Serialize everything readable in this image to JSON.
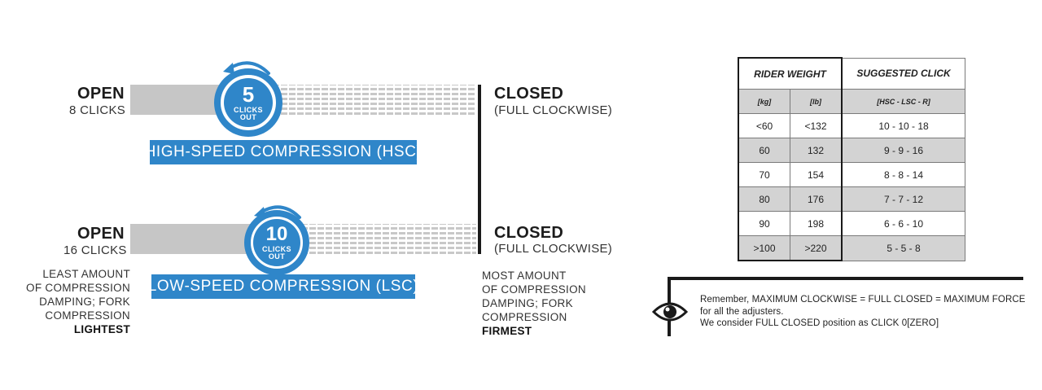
{
  "hsc": {
    "open_title": "OPEN",
    "open_clicks": "8 CLICKS",
    "knob_number": "5",
    "knob_caption_1": "CLICKS",
    "knob_caption_2": "OUT",
    "label": "HIGH-SPEED COMPRESSION (HSC)",
    "closed_title": "CLOSED",
    "closed_sub": "(FULL CLOCKWISE)",
    "level_clicks_out": 5,
    "max_clicks": 8
  },
  "lsc": {
    "open_title": "OPEN",
    "open_clicks": "16 CLICKS",
    "knob_number": "10",
    "knob_caption_1": "CLICKS",
    "knob_caption_2": "OUT",
    "label": "LOW-SPEED COMPRESSION (LSC)",
    "closed_title": "CLOSED",
    "closed_sub": "(FULL CLOCKWISE)",
    "level_clicks_out": 10,
    "max_clicks": 16
  },
  "left_desc": {
    "line1": "LEAST AMOUNT",
    "line2": "OF COMPRESSION",
    "line3": "DAMPING; FORK",
    "line4": "COMPRESSION",
    "emph": "LIGHTEST"
  },
  "right_desc": {
    "line1": "MOST AMOUNT",
    "line2": "OF COMPRESSION",
    "line3": "DAMPING; FORK",
    "line4": "COMPRESSION",
    "emph": "FIRMEST"
  },
  "table": {
    "header_weight": "RIDER WEIGHT",
    "header_click": "SUGGESTED CLICK",
    "unit_kg": "[kg]",
    "unit_lb": "[lb]",
    "unit_click": "[HSC - LSC - R]",
    "rows": [
      {
        "kg": "<60",
        "lb": "<132",
        "click": "10 - 10 - 18"
      },
      {
        "kg": "60",
        "lb": "132",
        "click": "9 - 9 - 16"
      },
      {
        "kg": "70",
        "lb": "154",
        "click": "8 - 8 - 14"
      },
      {
        "kg": "80",
        "lb": "176",
        "click": "7 - 7 - 12"
      },
      {
        "kg": "90",
        "lb": "198",
        "click": "6 - 6 - 10"
      },
      {
        "kg": ">100",
        "lb": ">220",
        "click": "5 - 5 - 8"
      }
    ]
  },
  "note": {
    "line1": "Remember, MAXIMUM CLOCKWISE = FULL CLOSED = MAXIMUM FORCE",
    "line2": "for all the adjusters.",
    "line3": "We consider FULL CLOSED position as CLICK 0[ZERO]"
  },
  "colors": {
    "accent_blue": "#2f86c9",
    "bar_gray": "#c6c6c6",
    "table_shade": "#d3d3d3"
  },
  "icons": {
    "rotate": "counterclockwise-arrow-icon",
    "note": "eye-icon"
  }
}
